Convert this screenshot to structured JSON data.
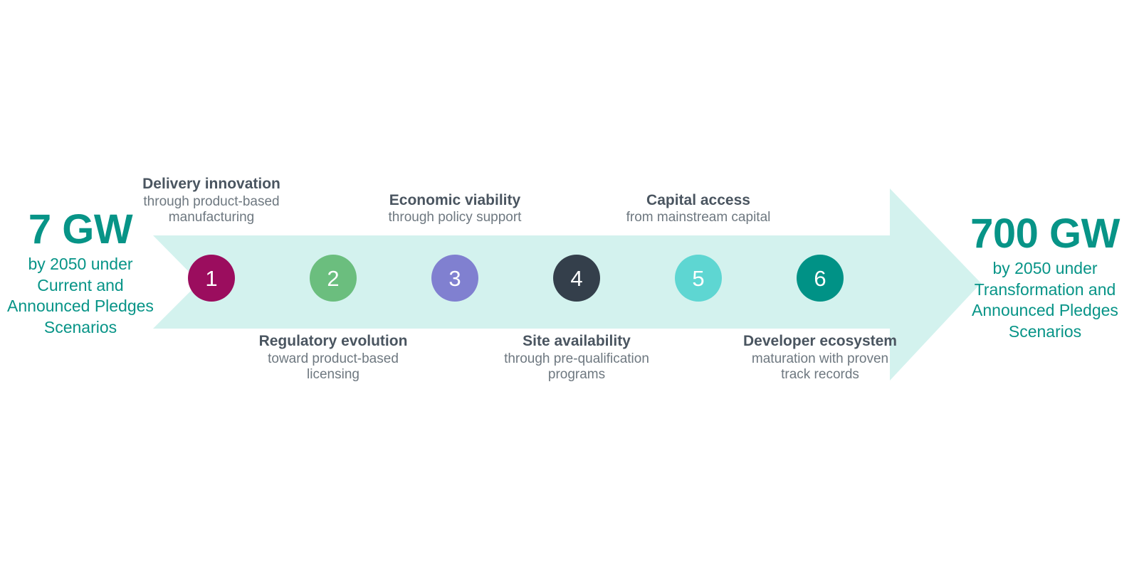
{
  "diagram": {
    "type": "process-arrow",
    "colors": {
      "arrow_fill": "#d3f2ee",
      "teal_text": "#079487",
      "title_text": "#4a5560",
      "desc_text": "#6e7880",
      "background": "#ffffff"
    },
    "start": {
      "headline": "7 GW",
      "caption": "by 2050 under Current and Announced Pledges Scenarios"
    },
    "end": {
      "headline": "700 GW",
      "caption": "by 2050 under Transformation and Announced Pledges Scenarios"
    },
    "steps": [
      {
        "number": "1",
        "color": "#9b0d5e",
        "position": "above",
        "title": "Delivery innovation",
        "desc": "through product-based manufacturing"
      },
      {
        "number": "2",
        "color": "#6bbe7e",
        "position": "below",
        "title": "Regulatory evolution",
        "desc": "toward product-based licensing"
      },
      {
        "number": "3",
        "color": "#8080d0",
        "position": "above",
        "title": "Economic viability",
        "desc": "through policy support"
      },
      {
        "number": "4",
        "color": "#343f4b",
        "position": "below",
        "title": "Site availability",
        "desc": "through pre-qualification programs"
      },
      {
        "number": "5",
        "color": "#5ed6d2",
        "position": "above",
        "title": "Capital access",
        "desc": "from mainstream capital"
      },
      {
        "number": "6",
        "color": "#009286",
        "position": "below",
        "title": "Developer ecosystem",
        "desc": "maturation with proven track records"
      }
    ]
  }
}
